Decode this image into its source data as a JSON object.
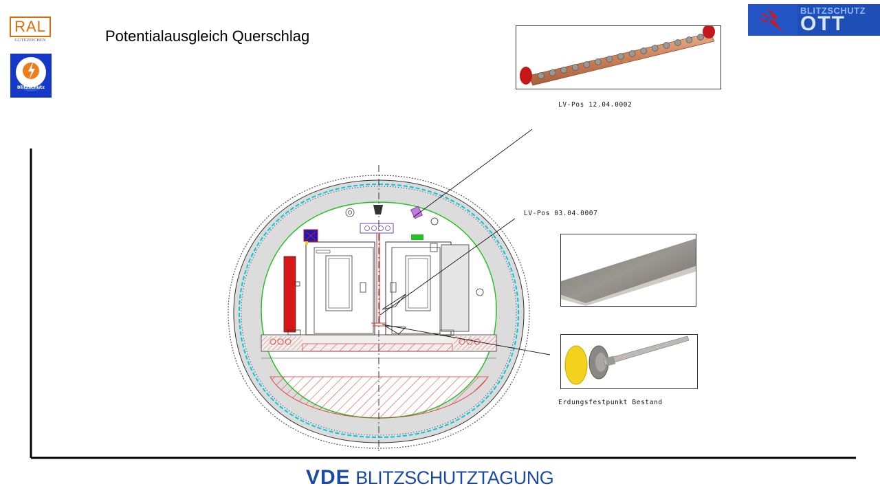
{
  "slide": {
    "title": "Potentialausgleich Querschlag",
    "colors": {
      "accent_blue": "#1a4aa6",
      "ral_orange": "#e36c0a",
      "tunnel_green": "#22c322",
      "cyan_line": "#00c8d8",
      "hatch_red": "#e03030"
    }
  },
  "logos": {
    "ral": {
      "text": "RAL",
      "subtext": "GÜTEZEICHEN"
    },
    "badge": {
      "text": "Blitzschutz",
      "icon": "lightning-shield-icon"
    },
    "ott": {
      "line1": "BLITZSCHUTZ",
      "line2": "OTT",
      "icon": "lightning-bolt-icon"
    }
  },
  "callouts": [
    {
      "id": "busbar",
      "caption": "LV-Pos 12.04.0002"
    },
    {
      "id": "flatbar",
      "caption": "LV-Pos 03.04.0007"
    },
    {
      "id": "earthpoint",
      "caption": "Erdungsfestpunkt Bestand"
    }
  ],
  "footer": {
    "vde": "VDE",
    "rest": "BLITZSCHUTZTAGUNG"
  }
}
